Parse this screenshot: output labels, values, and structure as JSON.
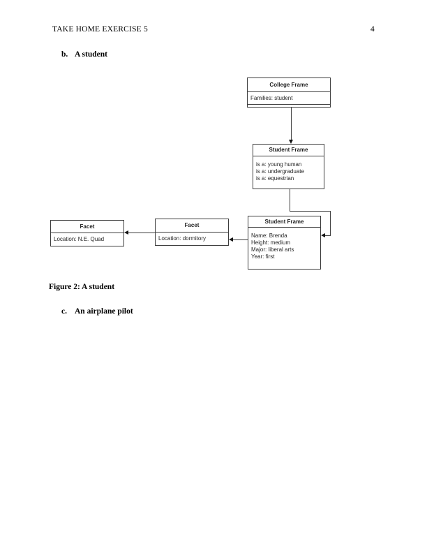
{
  "page": {
    "header": "TAKE HOME EXERCISE 5",
    "page_number": "4",
    "item_b": {
      "marker": "b.",
      "label": "A student"
    },
    "figure_caption": "Figure 2: A student",
    "item_c": {
      "marker": "c.",
      "label": "An airplane pilot"
    }
  },
  "diagram": {
    "college_frame": {
      "title": "College Frame",
      "lines": [
        "Families: student"
      ]
    },
    "student_frame_general": {
      "title": "Student Frame",
      "lines": [
        "is a: young human",
        "is a: undergraduate",
        "is a: equestrian"
      ]
    },
    "student_frame_instance": {
      "title": "Student Frame",
      "lines": [
        "Name: Brenda",
        "Height: medium",
        "Major: liberal arts",
        "Year: first"
      ]
    },
    "facet_dormitory": {
      "title": "Facet",
      "lines": [
        "Location: dormitory"
      ]
    },
    "facet_quad": {
      "title": "Facet",
      "lines": [
        "Location: N.E. Quad"
      ]
    }
  },
  "colors": {
    "text": "#000000",
    "diagram_line": "#3c3c3c",
    "background": "#ffffff"
  }
}
